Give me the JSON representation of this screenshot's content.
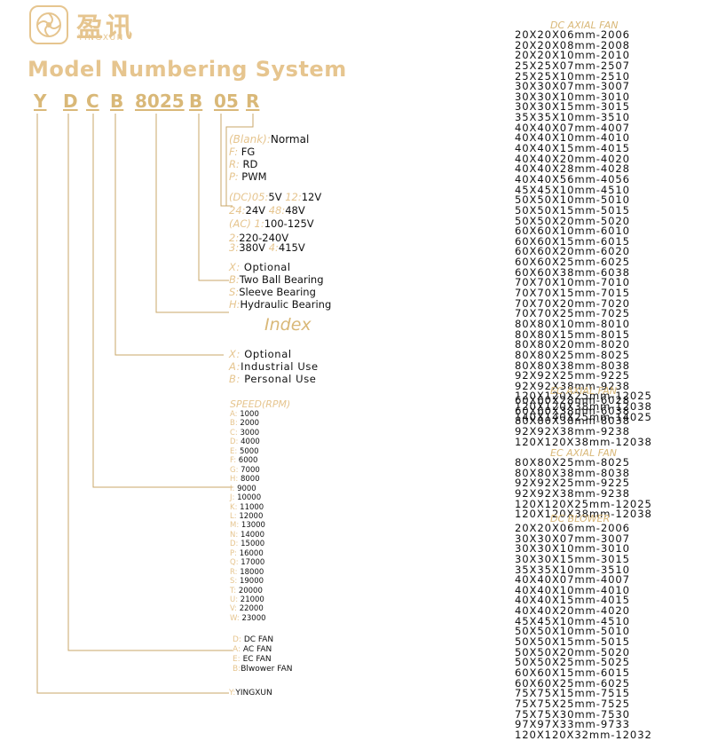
{
  "brand": {
    "cn": "盈讯",
    "en": "YINGXUN",
    "logo_icon": "logo-icon"
  },
  "title": "Model Numbering System",
  "code_parts": [
    "Y",
    "D",
    "C",
    "B",
    "8025",
    "B",
    "05",
    "R"
  ],
  "rotation": {
    "blank": {
      "k": "(Blank):",
      "v": "Normal"
    },
    "f": {
      "k": "F:",
      "v": "FG"
    },
    "r": {
      "k": "R:",
      "v": "RD"
    },
    "p": {
      "k": "P:",
      "v": "PWM"
    }
  },
  "voltage": {
    "dc_k": "(DC)05:",
    "dc_v": "5V",
    "k12": "12:",
    "v12": "12V",
    "k24": "24:",
    "v24": "24V",
    "k48": "48:",
    "v48": "48V",
    "ac_k": "(AC) 1:",
    "ac_v": "100-125V",
    "k2": "2:",
    "v2": "220-240V",
    "k3": "3:",
    "v3": "380V",
    "k4": "4:",
    "v4": "415V"
  },
  "bearing": [
    {
      "k": "X:",
      "v": "Optional"
    },
    {
      "k": "B:",
      "v": "Two Ball Bearing"
    },
    {
      "k": "S:",
      "v": "Sleeve Bearing"
    },
    {
      "k": "H:",
      "v": "Hydraulic Bearing"
    }
  ],
  "index_label": "Index",
  "use": [
    {
      "k": "X:",
      "v": "Optional"
    },
    {
      "k": "A:",
      "v": "Industrial Use"
    },
    {
      "k": "B:",
      "v": "Personal Use"
    }
  ],
  "speed_title": "SPEED(RPM)",
  "speed": [
    {
      "k": "A:",
      "v": "1000"
    },
    {
      "k": "B:",
      "v": "2000"
    },
    {
      "k": "C:",
      "v": "3000"
    },
    {
      "k": "D:",
      "v": "4000"
    },
    {
      "k": "E:",
      "v": "5000"
    },
    {
      "k": "F:",
      "v": "6000"
    },
    {
      "k": "G:",
      "v": "7000"
    },
    {
      "k": "H:",
      "v": "8000"
    },
    {
      "k": "I:",
      "v": "9000"
    },
    {
      "k": "J:",
      "v": "10000"
    },
    {
      "k": "K:",
      "v": "11000"
    },
    {
      "k": "L:",
      "v": "12000"
    },
    {
      "k": "M:",
      "v": "13000"
    },
    {
      "k": "N:",
      "v": "14000"
    },
    {
      "k": "D:",
      "v": "15000"
    },
    {
      "k": "P:",
      "v": "16000"
    },
    {
      "k": "Q:",
      "v": "17000"
    },
    {
      "k": "R:",
      "v": "18000"
    },
    {
      "k": "S:",
      "v": "19000"
    },
    {
      "k": "T:",
      "v": "20000"
    },
    {
      "k": "U:",
      "v": "21000"
    },
    {
      "k": "V:",
      "v": "22000"
    },
    {
      "k": "W:",
      "v": "23000"
    }
  ],
  "fan_type": [
    {
      "k": "D:",
      "v": "DC  FAN"
    },
    {
      "k": "A:",
      "v": "AC  FAN"
    },
    {
      "k": "E:",
      "v": "EC FAN"
    },
    {
      "k": "B:",
      "v": "Blwower  FAN"
    }
  ],
  "brand_code": {
    "k": "Y:",
    "v": "YINGXUN"
  },
  "lists": [
    {
      "title": "DC AXIAL FAN",
      "items": [
        "20X20X06mm-2006",
        "20X20X08mm-2008",
        "20X20X10mm-2010",
        "25X25X07mm-2507",
        "25X25X10mm-2510",
        "30X30X07mm-3007",
        "30X30X10mm-3010",
        "30X30X15mm-3015",
        "35X35X10mm-3510",
        "40X40X07mm-4007",
        "40X40X10mm-4010",
        "40X40X15mm-4015",
        "40X40X20mm-4020",
        "40X40X28mm-4028",
        "40X40X56mm-4056",
        "45X45X10mm-4510",
        "50X50X10mm-5010",
        "50X50X15mm-5015",
        "50X50X20mm-5020",
        "60X60X10mm-6010",
        "60X60X15mm-6015",
        "60X60X20mm-6020",
        "60X60X25mm-6025",
        "60X60X38mm-6038",
        "70X70X10mm-7010",
        "70X70X15mm-7015",
        "70X70X20mm-7020",
        "70X70X25mm-7025",
        "80X80X10mm-8010",
        "80X80X15mm-8015",
        "80X80X20mm-8020",
        "80X80X25mm-8025",
        "80X80X38mm-8038",
        "92X92X25mm-9225",
        "92X92X38mm-9238",
        "120X120X25mm-12025",
        "120X120X38mm-12038",
        "140X140X25mm-14025"
      ]
    },
    {
      "title": "EC AXIAL FAN",
      "items": [
        "60X60X28mm-6028",
        "60X60X38mm-6038",
        "80X80X38mm-8038",
        "92X92X38mm-9238",
        "120X120X38mm-12038"
      ]
    },
    {
      "title": "EC AXIAL FAN",
      "items": [
        "80X80X25mm-8025",
        "80X80X38mm-8038",
        "92X92X25mm-9225",
        "92X92X38mm-9238",
        "120X120X25mm-12025",
        "120X120X38mm-12038"
      ]
    },
    {
      "title": "DC BLOWER",
      "items": [
        "20X20X06mm-2006",
        "30X30X07mm-3007",
        "30X30X10mm-3010",
        "30X30X15mm-3015",
        "35X35X10mm-3510",
        "40X40X07mm-4007",
        "40X40X10mm-4010",
        "40X40X15mm-4015",
        "40X40X20mm-4020",
        "45X45X10mm-4510",
        "50X50X10mm-5010",
        "50X50X15mm-5015",
        "50X50X20mm-5020",
        "50X50X25mm-5025",
        "60X60X15mm-6015",
        "60X60X25mm-6025",
        "75X75X15mm-7515",
        "75X75X25mm-7525",
        "75X75X30mm-7530",
        "97X97X33mm-9733",
        "120X120X32mm-12032"
      ]
    }
  ],
  "colors": {
    "gold": "#e6c58f",
    "tan": "#d9b878",
    "line": "#c9a76a",
    "text": "#111111"
  }
}
